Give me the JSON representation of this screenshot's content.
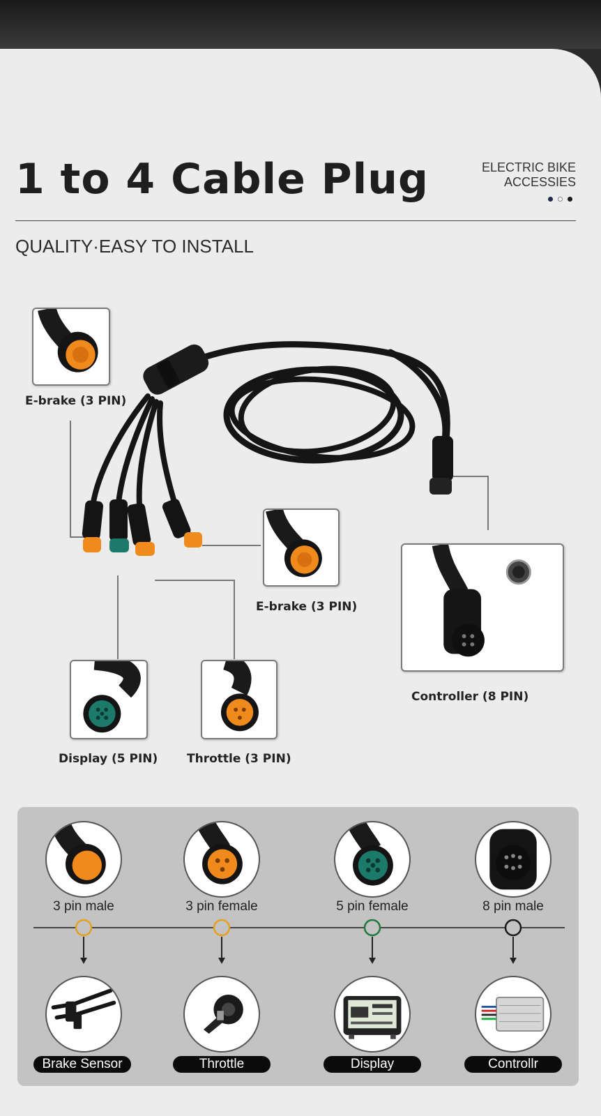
{
  "header": {
    "title": "1 to 4  Cable Plug",
    "tag_line1": "ELECTRIC BIKE",
    "tag_line2": "ACCESSIES",
    "subtitle": "QUALITY·EASY TO INSTALL"
  },
  "colors": {
    "orange": "#f08a1c",
    "teal": "#1c7a6a",
    "dark": "#1a1a1a",
    "dot_active": "#1d2b4a",
    "ring_orange": "#e6a020",
    "ring_green": "#1f7a3a",
    "ring_black": "#1a1a1a"
  },
  "connectors": [
    {
      "label": "E-brake (3 PIN)",
      "icon": "ebrake-connector-icon"
    },
    {
      "label": "E-brake (3 PIN)",
      "icon": "ebrake-connector-icon"
    },
    {
      "label": "Controller (8 PIN)",
      "icon": "controller-connector-icon"
    },
    {
      "label": "Display (5 PIN)",
      "icon": "display-connector-icon"
    },
    {
      "label": "Throttle (3 PIN)",
      "icon": "throttle-connector-icon"
    }
  ],
  "pin_types": [
    {
      "pins": "3 pin male",
      "device": "Brake Sensor",
      "device_icon": "brake-lever-icon"
    },
    {
      "pins": "3 pin female",
      "device": "Throttle",
      "device_icon": "thumb-throttle-icon"
    },
    {
      "pins": "5 pin female",
      "device": "Display",
      "device_icon": "lcd-display-icon"
    },
    {
      "pins": "8 pin male",
      "device": "Controllr",
      "device_icon": "controller-box-icon"
    }
  ]
}
